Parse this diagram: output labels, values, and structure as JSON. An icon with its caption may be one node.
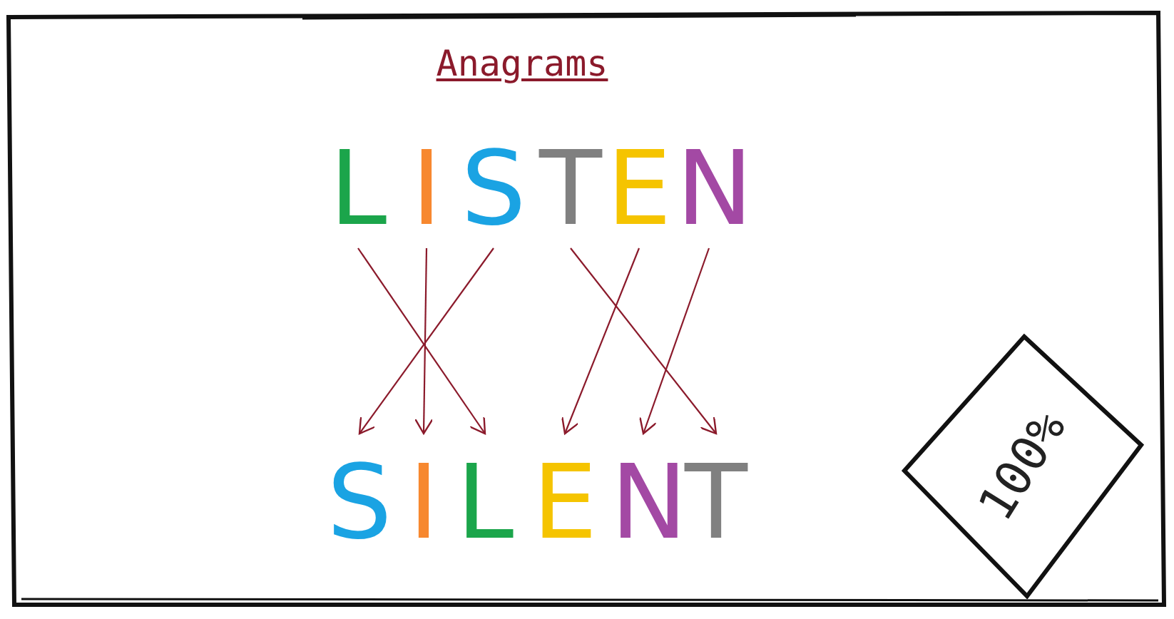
{
  "diagram": {
    "title": "Anagrams",
    "nodes": [
      {
        "text": [
          "L"
        ]
      },
      {
        "text": [
          "I"
        ]
      },
      {
        "text": [
          "S"
        ]
      },
      {
        "text": [
          "T"
        ]
      },
      {
        "text": [
          "E"
        ]
      },
      {
        "text": [
          "N"
        ]
      },
      {
        "text": [
          "S"
        ]
      },
      {
        "text": [
          "I"
        ]
      },
      {
        "text": [
          "L"
        ]
      },
      {
        "text": [
          "E"
        ]
      },
      {
        "text": [
          "N"
        ]
      },
      {
        "text": [
          "T"
        ]
      },
      {
        "text": [
          "100%"
        ]
      }
    ],
    "edges": [
      {
        "from": 0,
        "to": 8,
        "arrow": "to"
      },
      {
        "from": 1,
        "to": 7,
        "arrow": "to"
      },
      {
        "from": 2,
        "to": 6,
        "arrow": "to"
      },
      {
        "from": 3,
        "to": 11,
        "arrow": "to"
      },
      {
        "from": 4,
        "to": 9,
        "arrow": "to"
      },
      {
        "from": 5,
        "to": 10,
        "arrow": "to"
      }
    ]
  }
}
